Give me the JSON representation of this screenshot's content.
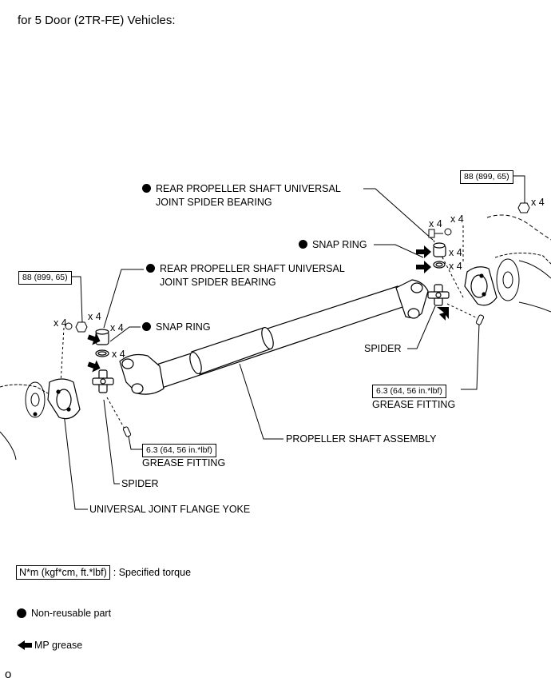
{
  "title": "for 5 Door (2TR-FE) Vehicles:",
  "torque_front": "88 (899, 65)",
  "torque_rear": "88 (899, 65)",
  "torque_grease_front": "6.3 (64, 56 in.*lbf)",
  "torque_grease_rear": "6.3 (64, 56 in.*lbf)",
  "labels": {
    "rear_bearing_rear_l1": "REAR PROPELLER SHAFT UNIVERSAL",
    "rear_bearing_rear_l2": "JOINT SPIDER BEARING",
    "rear_bearing_front_l1": "REAR PROPELLER SHAFT UNIVERSAL",
    "rear_bearing_front_l2": "JOINT SPIDER BEARING",
    "snap_ring_rear": "SNAP RING",
    "snap_ring_front": "SNAP RING",
    "spider_rear": "SPIDER",
    "spider_front": "SPIDER",
    "grease_fitting_rear": "GREASE FITTING",
    "grease_fitting_front": "GREASE FITTING",
    "propeller_shaft": "PROPELLER SHAFT ASSEMBLY",
    "flange_yoke": "UNIVERSAL JOINT FLANGE YOKE"
  },
  "multipliers": {
    "rear_nut": "x 4",
    "rear_bolt": "x 4",
    "rear_washer": "x 4",
    "rear_bearing": "x 4",
    "rear_snap": "x 4",
    "front_nut": "x 4",
    "front_washer": "x 4",
    "front_bearing": "x 4",
    "front_snap": "x 4"
  },
  "legend": {
    "torque_box": "N*m (kgf*cm, ft.*lbf)",
    "torque_text": ": Specified torque",
    "nonreusable": "Non-reusable part",
    "grease": "MP grease"
  },
  "footer_mark": "o"
}
